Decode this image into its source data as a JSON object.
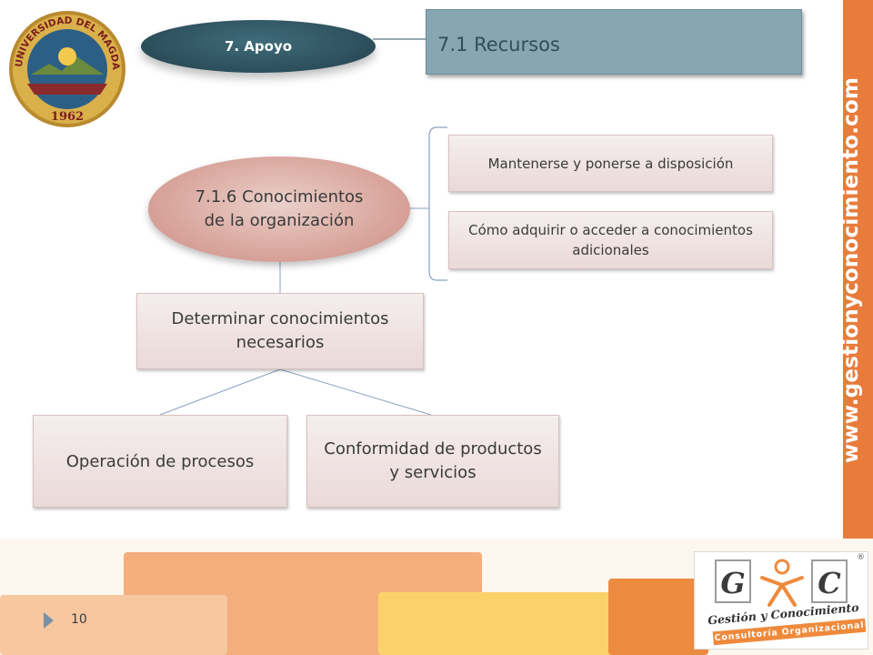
{
  "header": {
    "section": "7. Apoyo",
    "title": "7.1 Recursos"
  },
  "seal": {
    "arc_text": "UNIVERSIDAD DEL MAGDALENA",
    "year": "1962"
  },
  "website": "www.gestionyconocimiento.com",
  "diagram": {
    "central": "7.1.6 Conocimientos de la organización",
    "branches": [
      "Mantenerse y ponerse a disposición",
      "Cómo adquirir o acceder a conocimientos adicionales"
    ],
    "determine": "Determinar conocimientos necesarios",
    "outcomes": [
      "Operación de procesos",
      "Conformidad de productos y servicios"
    ]
  },
  "footer": {
    "page_number": "10",
    "logo": {
      "letter_left": "G",
      "letter_right": "C",
      "name": "Gestión y Conocimiento",
      "subtitle": "Consultoría Organizacional",
      "registered": "®"
    }
  },
  "colors": {
    "accent_orange": "#e97b3b",
    "header_teal": "#2c4e5b",
    "title_box": "#87a6b3",
    "central_node": "#d9a69d"
  }
}
